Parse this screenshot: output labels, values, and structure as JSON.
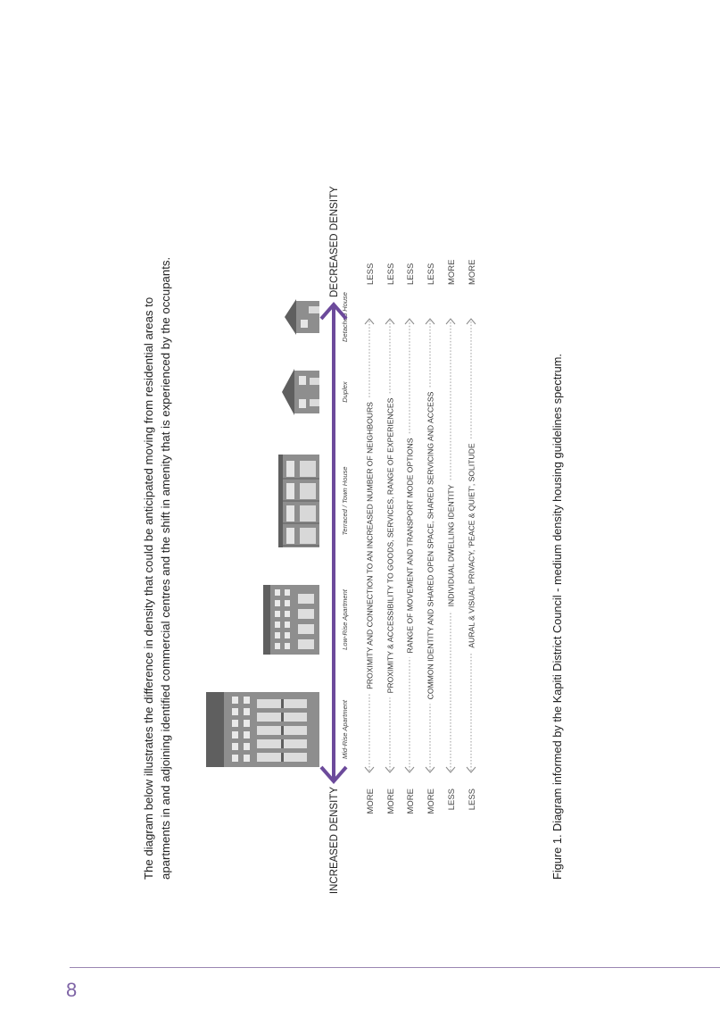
{
  "intro_text": "The diagram below illustrates the difference in density that could be anticipated moving from residential areas to apartments in and adjoining identified commercial centres and the shift in amenity that is experienced by the occupants.",
  "diagram": {
    "left_label": "INCREASED DENSITY",
    "right_label": "DECREASED DENSITY",
    "building_types": [
      "Mid-Rise Apartment",
      "Low-Rise Apartment",
      "Terraced / Town House",
      "Duplex",
      "Detached House"
    ],
    "rows": [
      {
        "left": "MORE",
        "text": "PROXIMITY AND CONNECTION TO AN INCREASED NUMBER OF NEIGHBOURS",
        "right": "LESS"
      },
      {
        "left": "MORE",
        "text": "PROXIMITY & ACCESSIBILITY TO GOODS, SERVICES, RANGE OF EXPERIENCES",
        "right": "LESS"
      },
      {
        "left": "MORE",
        "text": "RANGE OF MOVEMENT AND TRANSPORT MODE OPTIONS",
        "right": "LESS"
      },
      {
        "left": "MORE",
        "text": "COMMON IDENTITY AND SHARED OPEN SPACE, SHARED SERVICING AND ACCESS",
        "right": "LESS"
      },
      {
        "left": "LESS",
        "text": "INDIVIDUAL DWELLING IDENTITY",
        "right": "MORE"
      },
      {
        "left": "LESS",
        "text": "AURAL & VISUAL PRIVACY, 'PEACE & QUIET', SOLITUDE",
        "right": "MORE"
      }
    ],
    "colors": {
      "arrow": "#6c4a9b",
      "building": "#8e8e8e",
      "building_dark": "#5f5f5f",
      "dotted": "#9a9a9a"
    }
  },
  "caption": "Figure 1. Diagram informed by the Kapiti District Council - medium density housing guidelines spectrum.",
  "page_number": "8"
}
